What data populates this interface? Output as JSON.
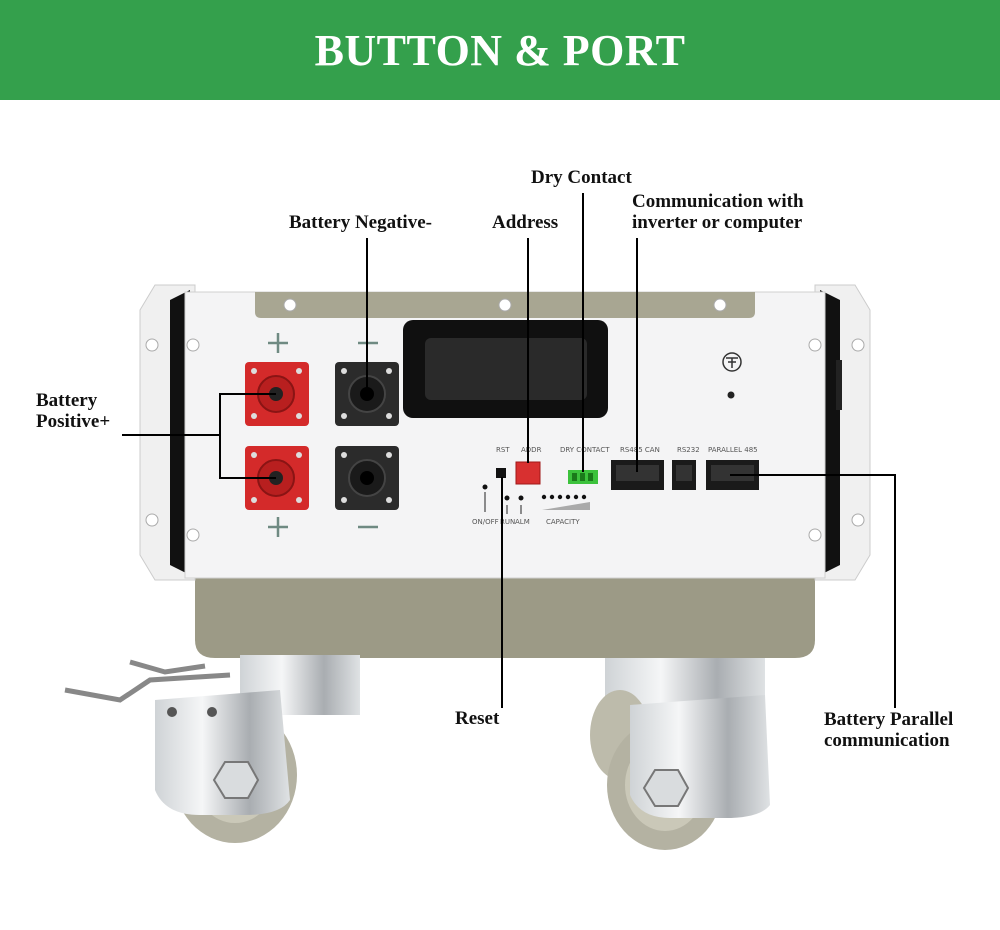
{
  "banner": {
    "title": "BUTTON & PORT",
    "color": "#34a04c"
  },
  "callouts": {
    "battery_negative": "Battery Negative-",
    "address": "Address",
    "dry_contact": "Dry Contact",
    "communication_line1": "Communication with",
    "communication_line2": "inverter or computer",
    "battery_positive_line1": "Battery",
    "battery_positive_line2": "Positive+",
    "reset": "Reset",
    "parallel_line1": "Battery Parallel",
    "parallel_line2": "communication"
  },
  "panel_labels": {
    "rst": "RST",
    "addr": "ADDR",
    "dry_contact": "DRY CONTACT",
    "rs485_can": "RS485 CAN",
    "rs232": "RS232",
    "parallel_485": "PARALLEL 485",
    "on_off": "ON/OFF",
    "run": "RUN",
    "alm": "ALM",
    "capacity": "CAPACITY"
  },
  "colors": {
    "terminal_positive": "#d42a2a",
    "terminal_negative": "#2b2b2b",
    "housing": "#9c9a86",
    "dry_contact_connector": "#3cc23c",
    "address_switch": "#d83030"
  }
}
